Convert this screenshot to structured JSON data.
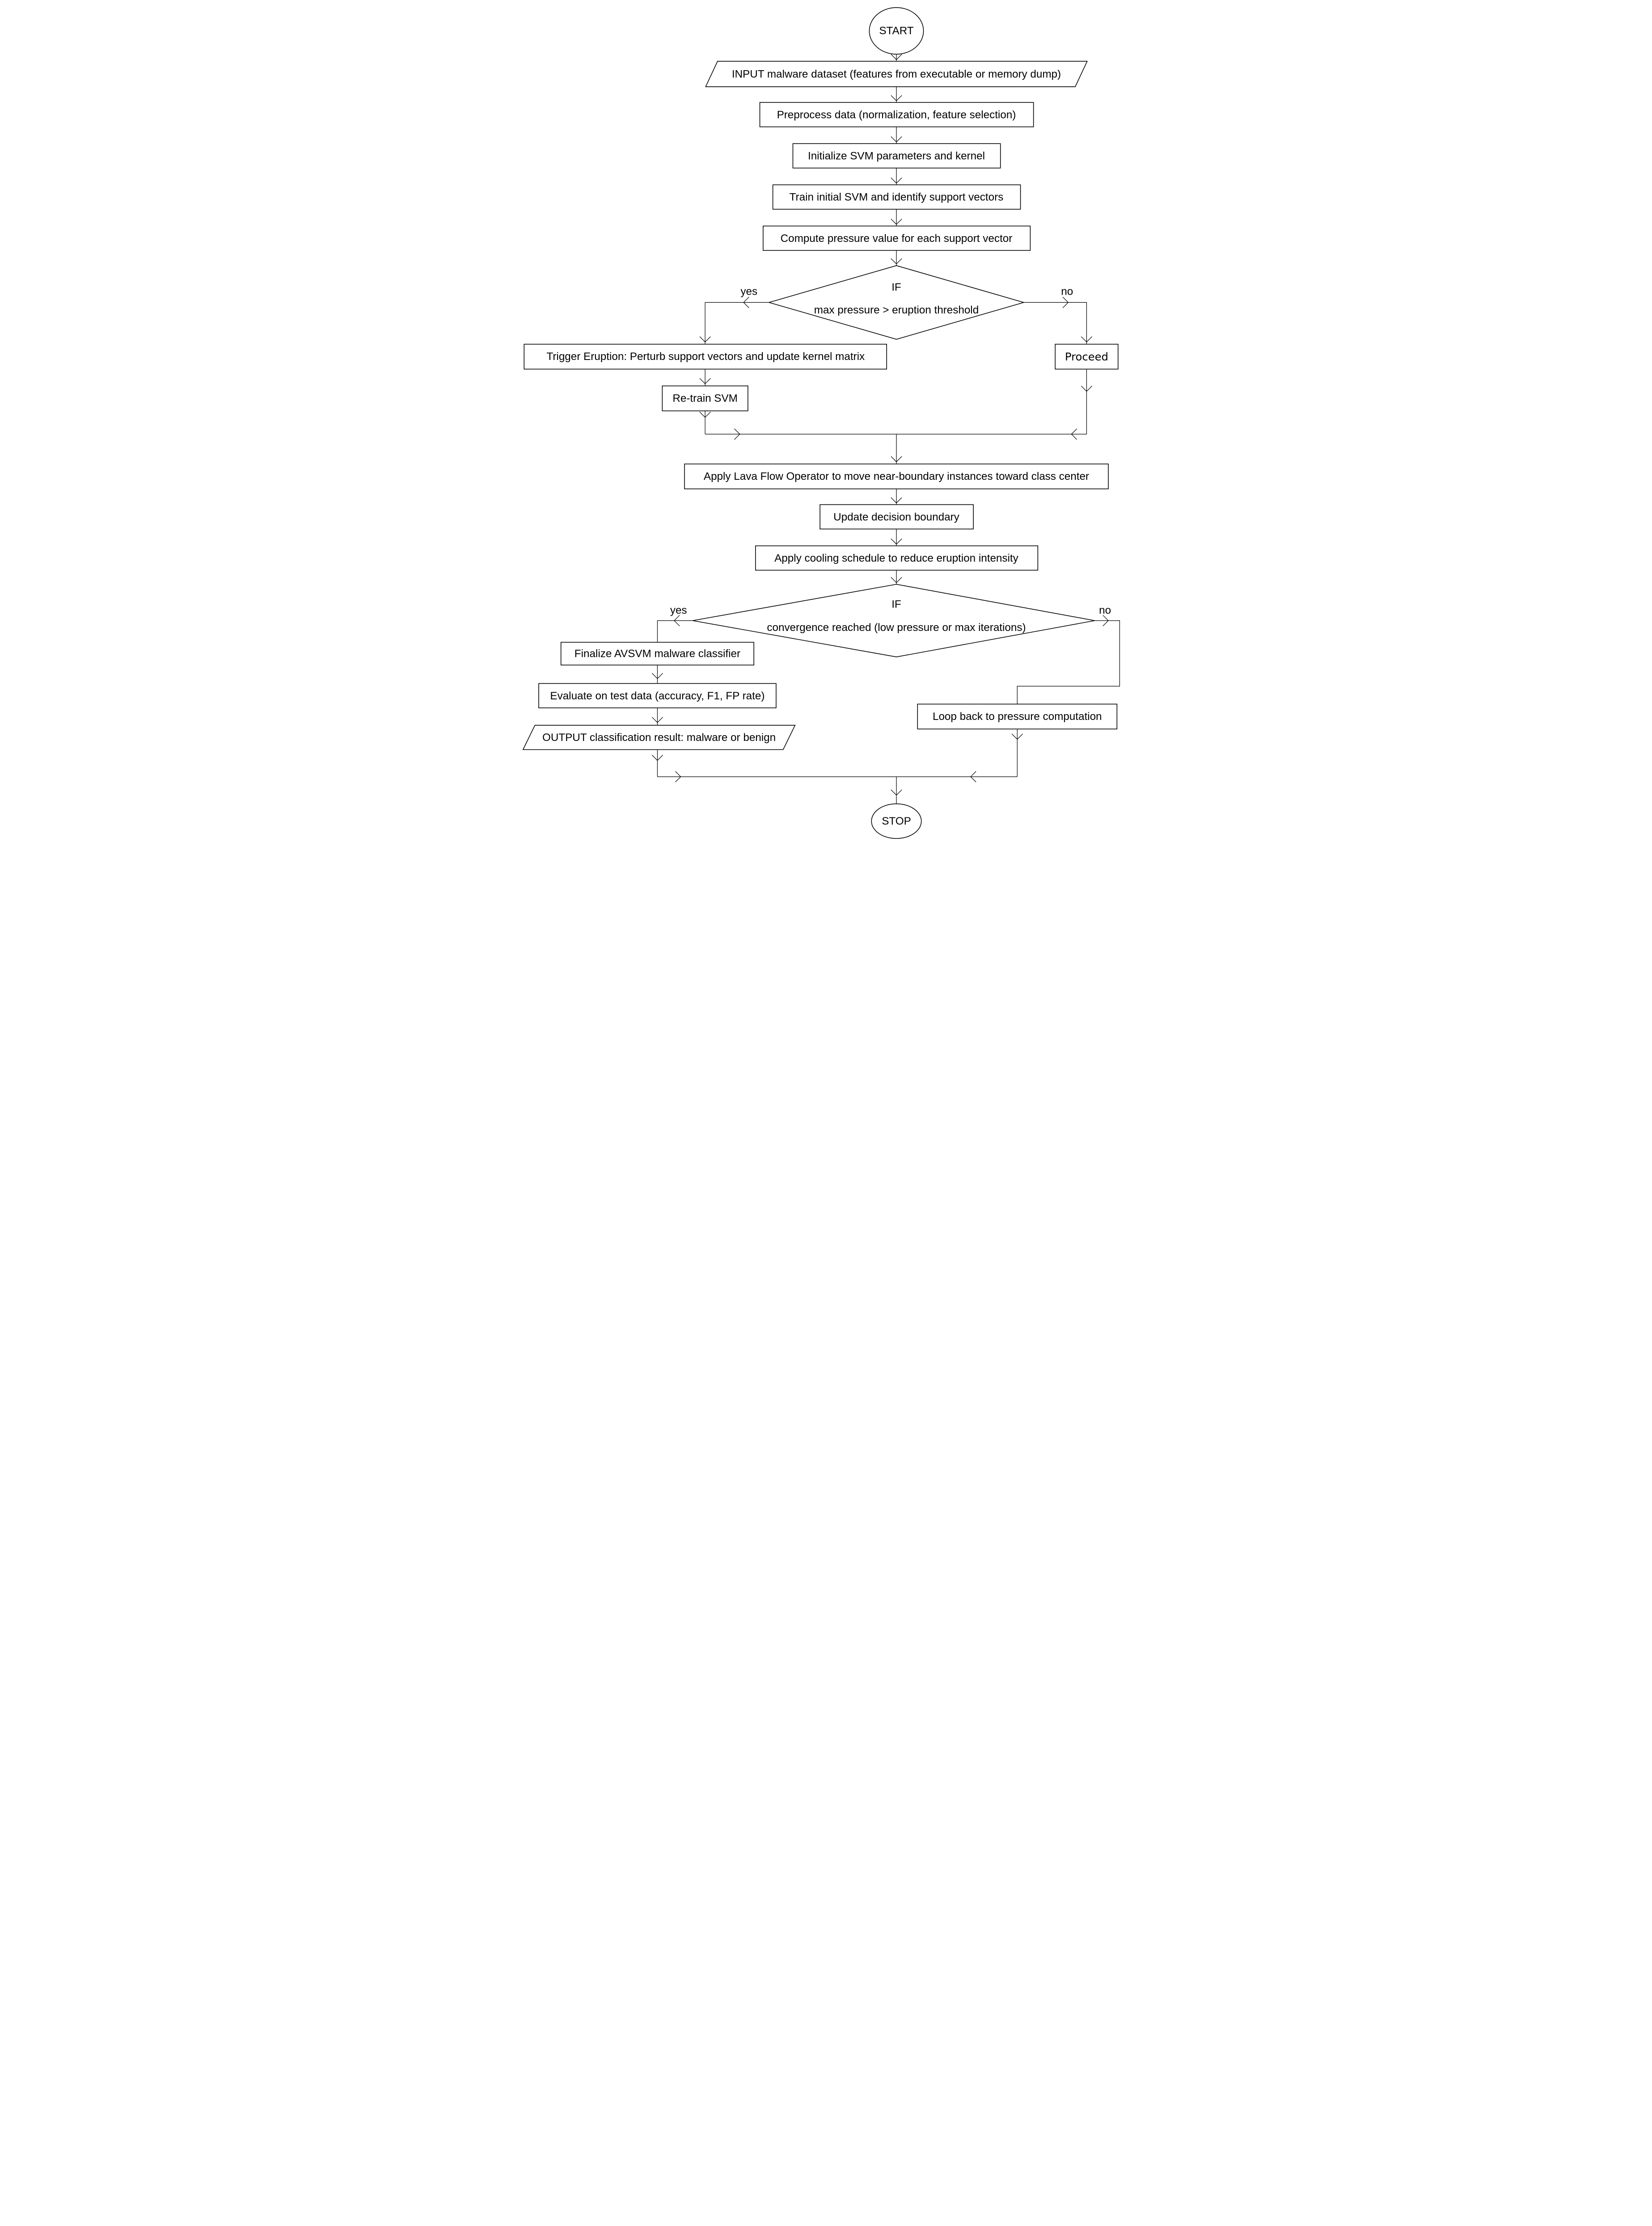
{
  "colors": {
    "stroke": "#000000",
    "background": "#ffffff",
    "text": "#000000"
  },
  "nodes": {
    "start": {
      "label": "START"
    },
    "input": {
      "label": "INPUT malware dataset (features from executable or memory dump)"
    },
    "preprocess": {
      "label": "Preprocess data (normalization, feature selection)"
    },
    "initialize": {
      "label": "Initialize SVM parameters and kernel"
    },
    "train": {
      "label": "Train initial SVM and identify support vectors"
    },
    "compute": {
      "label": "Compute pressure value for each support vector"
    },
    "decision_eruption": {
      "if_label": "IF",
      "condition": "max pressure > eruption threshold",
      "yes_label": "yes",
      "no_label": "no"
    },
    "trigger": {
      "label": "Trigger Eruption: Perturb support vectors and update kernel matrix"
    },
    "retrain": {
      "label": "Re-train SVM"
    },
    "proceed": {
      "label": "Proceed"
    },
    "lava": {
      "label": "Apply Lava Flow Operator to move near-boundary instances toward class center"
    },
    "update_boundary": {
      "label": "Update decision boundary"
    },
    "cooling": {
      "label": "Apply cooling schedule to reduce eruption intensity"
    },
    "decision_convergence": {
      "if_label": "IF",
      "condition": "convergence reached (low pressure or max iterations)",
      "yes_label": "yes",
      "no_label": "no"
    },
    "finalize": {
      "label": "Finalize AVSVM malware classifier"
    },
    "evaluate": {
      "label": "Evaluate on test data (accuracy, F1, FP rate)"
    },
    "output": {
      "label": "OUTPUT classification result: malware or benign"
    },
    "loopback": {
      "label": "Loop back to pressure computation"
    },
    "stop": {
      "label": "STOP"
    }
  }
}
